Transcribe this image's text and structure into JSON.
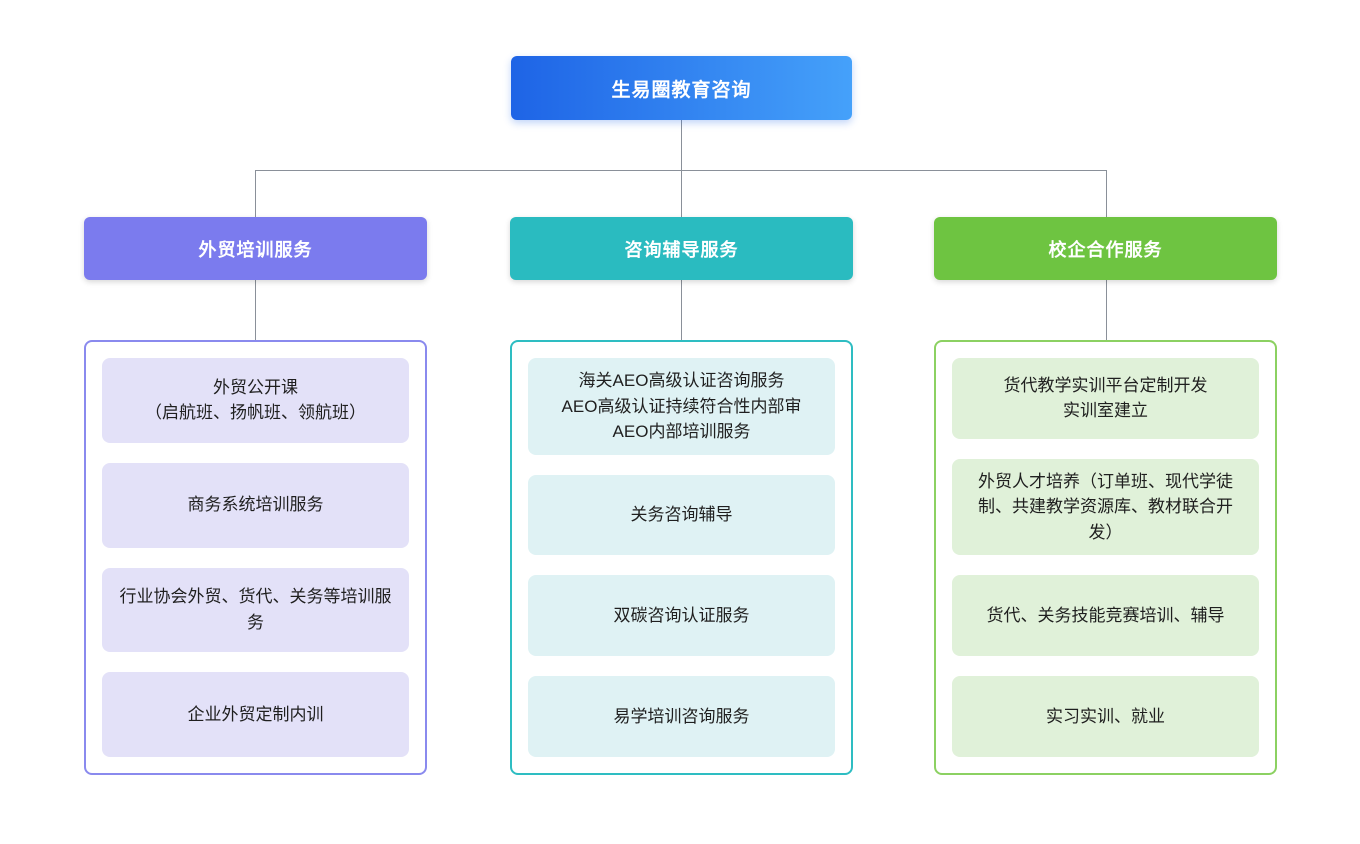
{
  "diagram": {
    "root": {
      "label": "生易圈教育咨询",
      "gradient_start": "#1e64e6",
      "gradient_end": "#45a1fa"
    },
    "connector_color": "#8a9099",
    "branches": [
      {
        "label": "外贸培训服务",
        "header_color": "#7b7bee",
        "border_color": "#8a8aee",
        "item_bg": "#e3e1f8",
        "items": [
          "外贸公开课\n（启航班、扬帆班、领航班）",
          "商务系统培训服务",
          "行业协会外贸、货代、关务等培训服务",
          "企业外贸定制内训"
        ]
      },
      {
        "label": "咨询辅导服务",
        "header_color": "#2abbc0",
        "border_color": "#2ebdc2",
        "item_bg": "#dff2f4",
        "items": [
          "海关AEO高级认证咨询服务\nAEO高级认证持续符合性内部审\nAEO内部培训服务",
          "关务咨询辅导",
          "双碳咨询认证服务",
          "易学培训咨询服务"
        ]
      },
      {
        "label": "校企合作服务",
        "header_color": "#6ec441",
        "border_color": "#8cd162",
        "item_bg": "#e0f1d9",
        "items": [
          "货代教学实训平台定制开发\n实训室建立",
          "外贸人才培养（订单班、现代学徒制、共建教学资源库、教材联合开发）",
          "货代、关务技能竞赛培训、辅导",
          "实习实训、就业"
        ]
      }
    ]
  }
}
